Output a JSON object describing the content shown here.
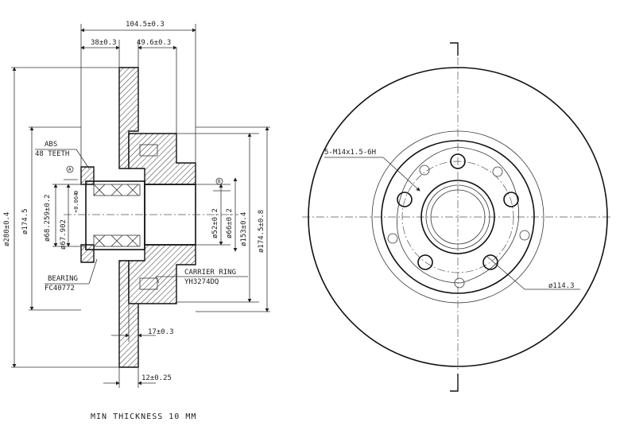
{
  "section_view": {
    "dims": {
      "overall_width": "104.5±0.3",
      "hub_offset": "38±0.3",
      "flange_offset": "49.6±0.3",
      "disc_diameter": "ø280±0.4",
      "pcd_left": "ø174.5",
      "bearing_bore": "ø68.259±0.2",
      "bearing_seat": "ø67.902",
      "tol_upper": "+0.064",
      "tol_lower": "0",
      "spigot": "ø52±0.2",
      "inner_dia": "ø66±0.2",
      "hat_dia": "ø153±0.4",
      "pcd_right": "ø174.5±0.8",
      "hat_height": "17±0.3",
      "disc_thickness": "12±0.25"
    },
    "labels": {
      "abs_line1": "ABS",
      "abs_line2": "48 TEETH",
      "bearing_line1": "BEARING",
      "bearing_line2": "FC40772",
      "carrier_line1": "CARRIER RING",
      "carrier_line2": "YH3274DQ",
      "marker_a": "A",
      "marker_b": "B"
    }
  },
  "front_view": {
    "bolt_thread": "5-M14x1.5-6H",
    "pcd": "ø114.3",
    "bolt_count": 5
  },
  "footer": {
    "min_thickness": "MIN THICKNESS 10 MM"
  }
}
